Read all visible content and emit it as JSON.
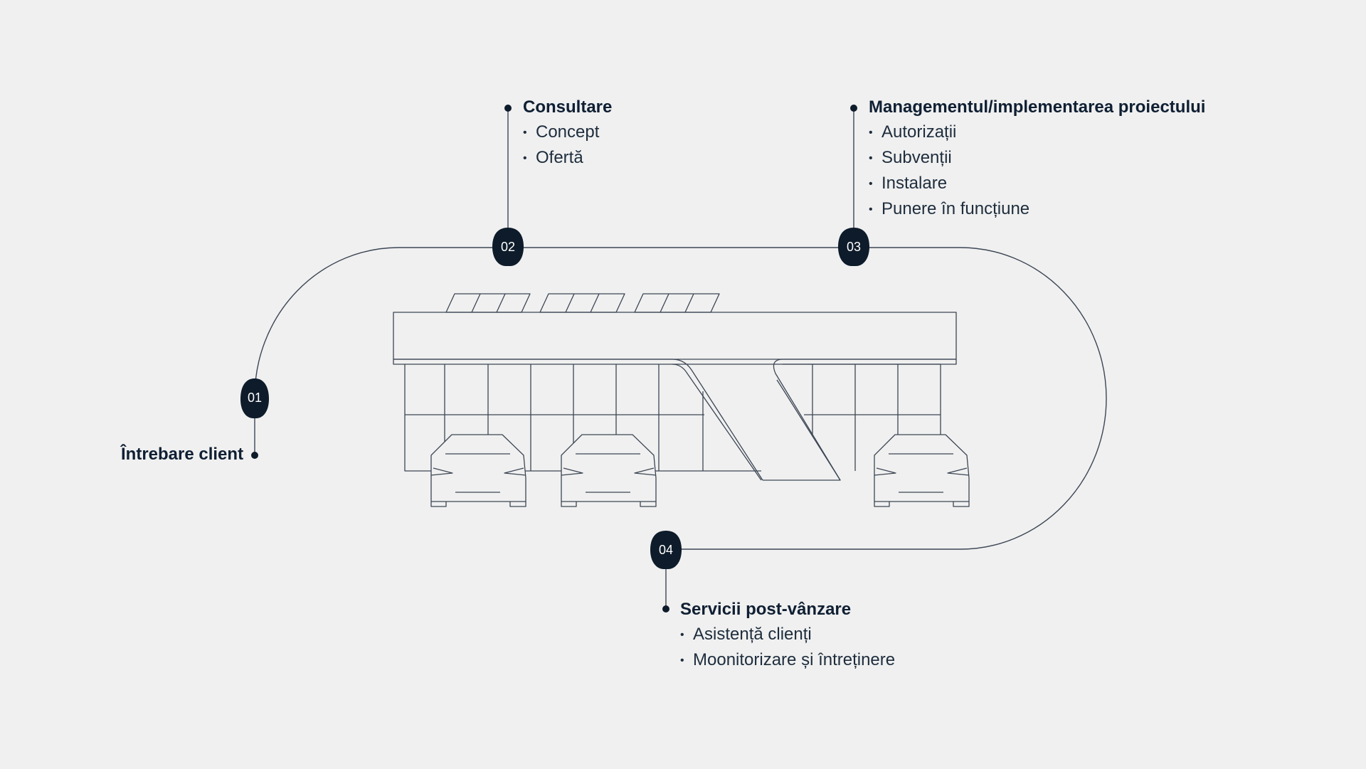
{
  "stages": [
    {
      "number": "01",
      "title": "Întrebare client",
      "items": []
    },
    {
      "number": "02",
      "title": "Consultare",
      "items": [
        "Concept",
        "Ofertă"
      ]
    },
    {
      "number": "03",
      "title": "Managementul/implementarea proiectului",
      "items": [
        "Autorizații",
        "Subvenții",
        "Instalare",
        "Punere în funcțiune"
      ]
    },
    {
      "number": "04",
      "title": "Servicii post-vânzare",
      "items": [
        "Asistență clienți",
        "Moonitorizare și întreținere"
      ]
    }
  ],
  "bullet": "•",
  "colors": {
    "background": "#f0f0f0",
    "ink": "#0d1b2a",
    "line": "#3c4654"
  }
}
